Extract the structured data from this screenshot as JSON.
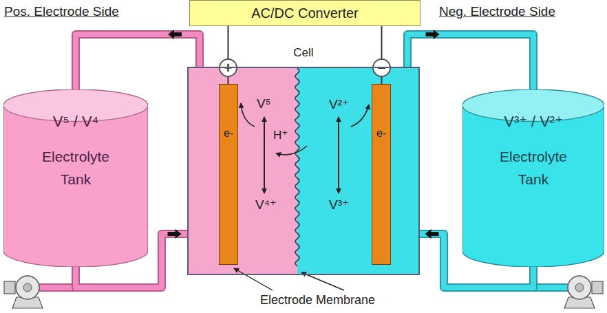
{
  "diagram": {
    "nodes": [
      {
        "text": [
          "AC/DC Converter"
        ]
      },
      {
        "text": [
          "+"
        ]
      },
      {
        "text": [
          "−"
        ]
      },
      {
        "text": [
          "V⁵ / V⁴",
          "Electrolyte Tank"
        ]
      },
      {
        "text": [
          "Cell"
        ]
      },
      {
        "text": [
          "e-"
        ],
        "in": 4
      },
      {
        "text": [
          "e-"
        ],
        "in": 4
      },
      {
        "text": [
          "V³⁺ / V²⁺",
          "Electrolyte Tank"
        ]
      }
    ],
    "edges": [
      {
        "from": 0,
        "to": 1,
        "arrow": "none"
      },
      {
        "from": 0,
        "to": 2,
        "arrow": "none"
      },
      {
        "from": 1,
        "to": 5,
        "arrow": "none"
      },
      {
        "from": 2,
        "to": 6,
        "arrow": "none"
      },
      {
        "from": 4,
        "to": 3,
        "arrow": "to"
      },
      {
        "from": 3,
        "to": 4,
        "arrow": "to"
      },
      {
        "from": 4,
        "to": 7,
        "arrow": "to"
      },
      {
        "from": 7,
        "to": 4,
        "arrow": "to"
      }
    ],
    "labels": [
      "Pos. Electrode Side",
      "Neg. Electrode Side",
      "V⁵",
      "V⁴⁺",
      "H⁺",
      "V²⁺",
      "V³⁺",
      "Electrode Membrane"
    ]
  }
}
